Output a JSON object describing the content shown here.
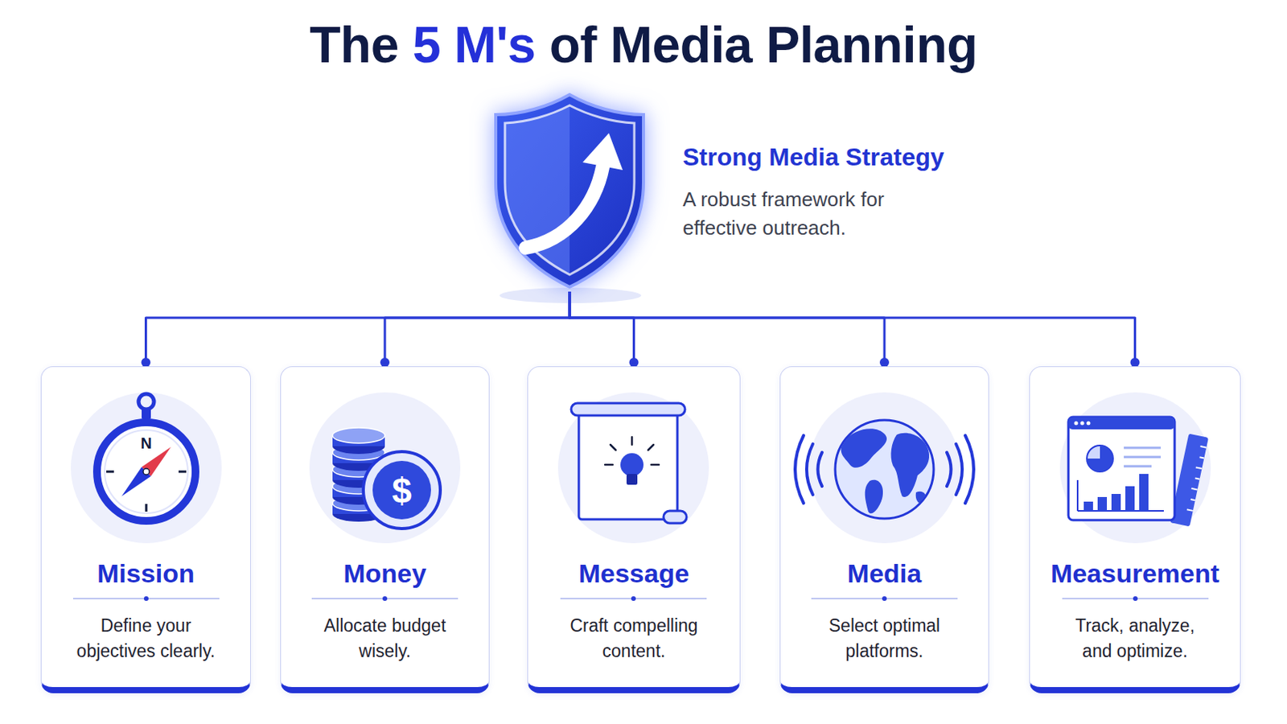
{
  "diagram": {
    "title": "The 5 M's of Media Planning",
    "nodes": [
      {
        "text": [
          "Strong Media Strategy",
          "A robust framework for effective outreach."
        ]
      },
      {
        "text": [
          "Mission",
          "Define your objectives clearly."
        ]
      },
      {
        "text": [
          "Money",
          "Allocate budget wisely."
        ]
      },
      {
        "text": [
          "Message",
          "Craft compelling content."
        ]
      },
      {
        "text": [
          "Media",
          "Select optimal platforms."
        ]
      },
      {
        "text": [
          "Measurement",
          "Track, analyze, and optimize."
        ]
      }
    ],
    "edges": [
      {
        "from": 0,
        "to": 1,
        "arrow": "none"
      },
      {
        "from": 0,
        "to": 2,
        "arrow": "none"
      },
      {
        "from": 0,
        "to": 3,
        "arrow": "none"
      },
      {
        "from": 0,
        "to": 4,
        "arrow": "none"
      },
      {
        "from": 0,
        "to": 5,
        "arrow": "none"
      }
    ],
    "labels": [
      "N",
      "$"
    ]
  }
}
